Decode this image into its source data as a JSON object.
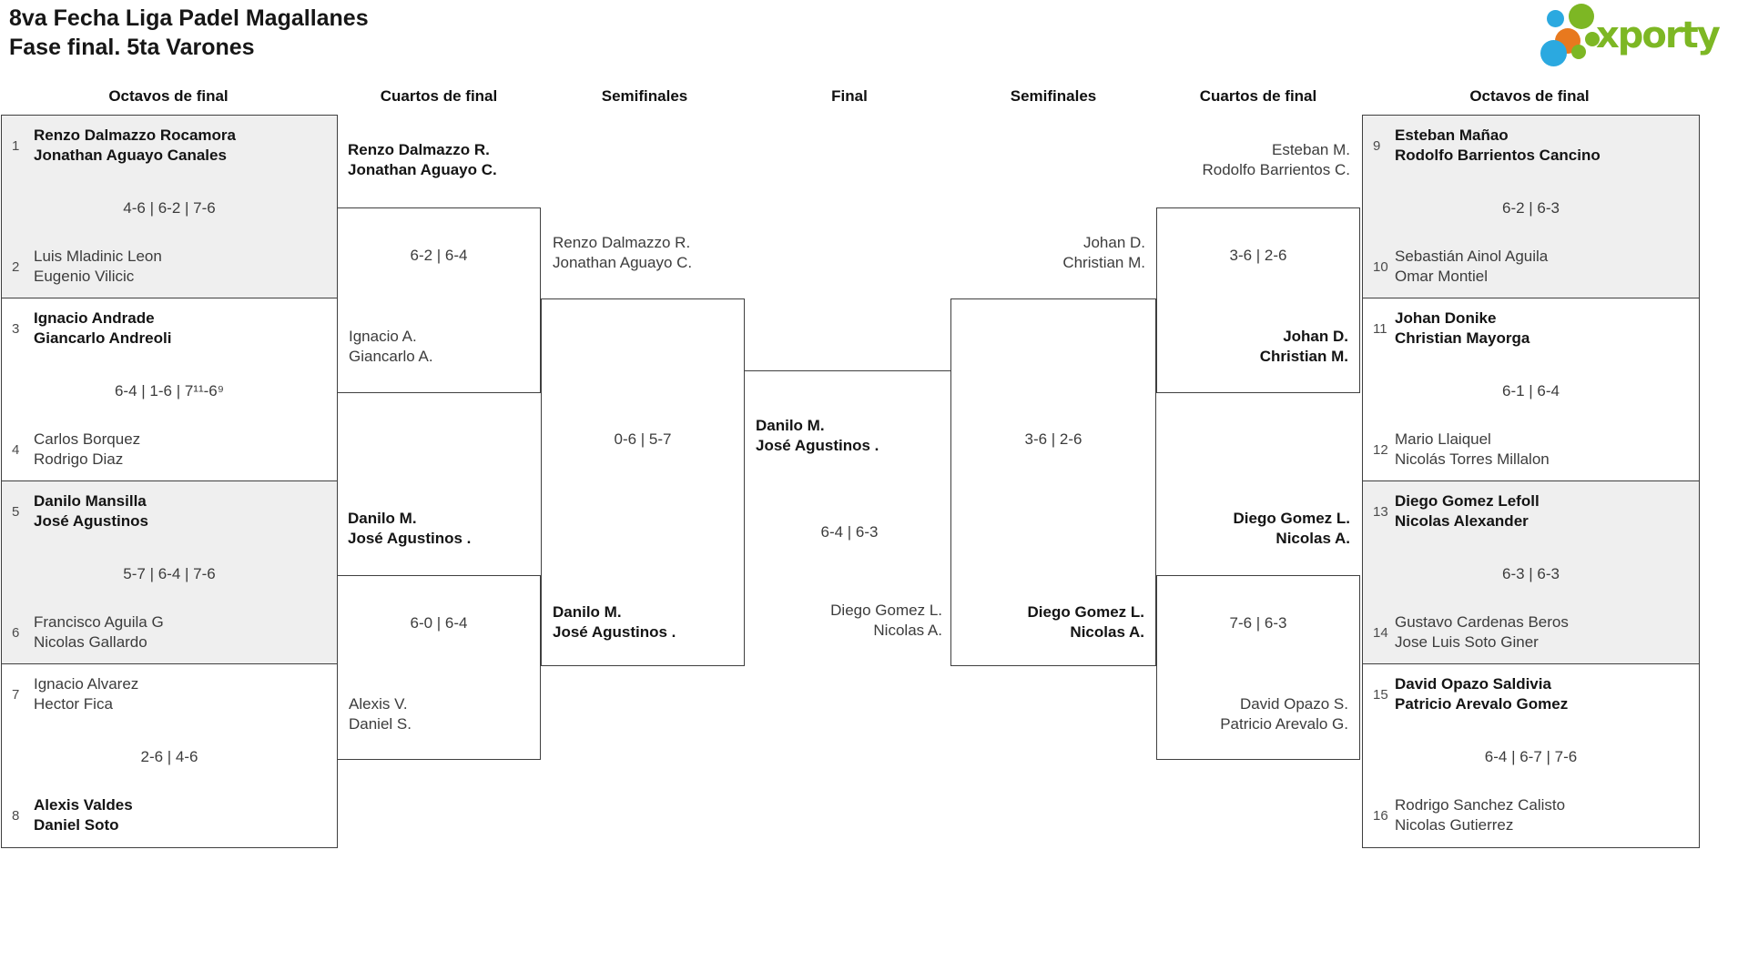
{
  "title": {
    "line1": "8va Fecha Liga Padel Magallanes",
    "line2": "Fase final. 5ta Varones"
  },
  "brand": {
    "name": "xporty",
    "green": "#7db724",
    "blue": "#2ba9e0",
    "orange": "#e8791e"
  },
  "headers": {
    "octavosLeft": "Octavos de final",
    "cuartosLeft": "Cuartos de final",
    "semisLeft": "Semifinales",
    "final": "Final",
    "semisRight": "Semifinales",
    "cuartosRight": "Cuartos de final",
    "octavosRight": "Octavos de final"
  },
  "octavosLeft": [
    {
      "topSeed": "1",
      "top1": "Renzo Dalmazzo Rocamora",
      "top2": "Jonathan Aguayo Canales",
      "topWinner": true,
      "score": "4-6 | 6-2 | 7-6",
      "botSeed": "2",
      "bot1": "Luis Mladinic Leon",
      "bot2": "Eugenio Vilicic",
      "botWinner": false
    },
    {
      "topSeed": "3",
      "top1": "Ignacio Andrade",
      "top2": "Giancarlo Andreoli",
      "topWinner": true,
      "score": "6-4 | 1-6 | 7¹¹-6⁹",
      "botSeed": "4",
      "bot1": "Carlos Borquez",
      "bot2": "Rodrigo Diaz",
      "botWinner": false
    },
    {
      "topSeed": "5",
      "top1": "Danilo Mansilla",
      "top2": "José Agustinos",
      "topWinner": true,
      "score": "5-7 | 6-4 | 7-6",
      "botSeed": "6",
      "bot1": "Francisco Aguila G",
      "bot2": "Nicolas Gallardo",
      "botWinner": false
    },
    {
      "topSeed": "7",
      "top1": "Ignacio Alvarez",
      "top2": "Hector Fica",
      "topWinner": false,
      "score": "2-6 | 4-6",
      "botSeed": "8",
      "bot1": "Alexis Valdes",
      "bot2": "Daniel Soto",
      "botWinner": true
    }
  ],
  "octavosRight": [
    {
      "topSeed": "9",
      "top1": "Esteban Mañao",
      "top2": "Rodolfo Barrientos Cancino",
      "topWinner": true,
      "score": "6-2 | 6-3",
      "botSeed": "10",
      "bot1": "Sebastián Ainol Aguila",
      "bot2": "Omar Montiel",
      "botWinner": false
    },
    {
      "topSeed": "11",
      "top1": "Johan Donike",
      "top2": "Christian Mayorga",
      "topWinner": true,
      "score": "6-1 | 6-4",
      "botSeed": "12",
      "bot1": "Mario Llaiquel",
      "bot2": "Nicolás Torres Millalon",
      "botWinner": false
    },
    {
      "topSeed": "13",
      "top1": "Diego Gomez Lefoll",
      "top2": "Nicolas Alexander",
      "topWinner": true,
      "score": "6-3 | 6-3",
      "botSeed": "14",
      "bot1": "Gustavo Cardenas Beros",
      "bot2": "Jose Luis Soto Giner",
      "botWinner": false
    },
    {
      "topSeed": "15",
      "top1": "David Opazo Saldivia",
      "top2": "Patricio Arevalo Gomez",
      "topWinner": true,
      "score": "6-4 | 6-7 | 7-6",
      "botSeed": "16",
      "bot1": "Rodrigo Sanchez Calisto",
      "bot2": "Nicolas Gutierrez",
      "botWinner": false
    }
  ],
  "cuartosLeft": [
    {
      "top1": "Renzo Dalmazzo R.",
      "top2": "Jonathan Aguayo C.",
      "topWinner": true,
      "score": "6-2 | 6-4",
      "bot1": "Ignacio A.",
      "bot2": "Giancarlo A.",
      "botWinner": false
    },
    {
      "top1": "Danilo M.",
      "top2": "José Agustinos .",
      "topWinner": true,
      "score": "6-0 | 6-4",
      "bot1": "Alexis V.",
      "bot2": "Daniel S.",
      "botWinner": false
    }
  ],
  "cuartosRight": [
    {
      "top1": "Esteban M.",
      "top2": "Rodolfo Barrientos C.",
      "topWinner": false,
      "score": "3-6 | 2-6",
      "bot1": "Johan D.",
      "bot2": "Christian M.",
      "botWinner": true
    },
    {
      "top1": "Diego Gomez L.",
      "top2": "Nicolas A.",
      "topWinner": true,
      "score": "7-6 | 6-3",
      "bot1": "David Opazo S.",
      "bot2": "Patricio Arevalo G.",
      "botWinner": false
    }
  ],
  "semisLeft": {
    "top1": "Renzo Dalmazzo R.",
    "top2": "Jonathan Aguayo C.",
    "topWinner": false,
    "score": "0-6 | 5-7",
    "bot1": "Danilo M.",
    "bot2": "José Agustinos .",
    "botWinner": true
  },
  "semisRight": {
    "top1": "Johan D.",
    "top2": "Christian M.",
    "topWinner": false,
    "score": "3-6 | 2-6",
    "bot1": "Diego Gomez L.",
    "bot2": "Nicolas A.",
    "botWinner": true
  },
  "final": {
    "champion1": "Danilo M.",
    "champion2": "José Agustinos .",
    "score": "6-4 | 6-3",
    "runnerUp1": "Diego Gomez L.",
    "runnerUp2": "Nicolas A."
  }
}
